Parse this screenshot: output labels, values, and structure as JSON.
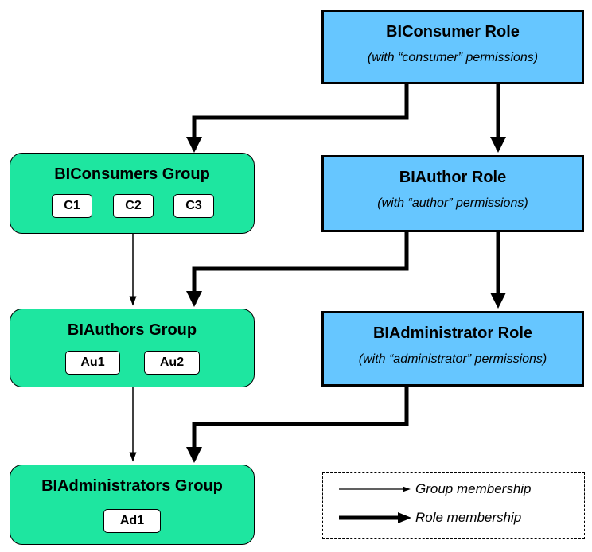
{
  "roles": {
    "consumer": {
      "title": "BIConsumer Role",
      "subtitle": "(with “consumer” permissions)"
    },
    "author": {
      "title": "BIAuthor Role",
      "subtitle": "(with “author” permissions)"
    },
    "administrator": {
      "title": "BIAdministrator Role",
      "subtitle": "(with “administrator” permissions)"
    }
  },
  "groups": {
    "consumers": {
      "title": "BIConsumers Group",
      "members": [
        "C1",
        "C2",
        "C3"
      ]
    },
    "authors": {
      "title": "BIAuthors Group",
      "members": [
        "Au1",
        "Au2"
      ]
    },
    "administrators": {
      "title": "BIAdministrators Group",
      "members": [
        "Ad1"
      ]
    }
  },
  "legend": {
    "group_membership": "Group membership",
    "role_membership": "Role membership"
  },
  "colors": {
    "role_fill": "#66c6ff",
    "group_fill": "#1ee6a0",
    "stroke": "#000000"
  }
}
